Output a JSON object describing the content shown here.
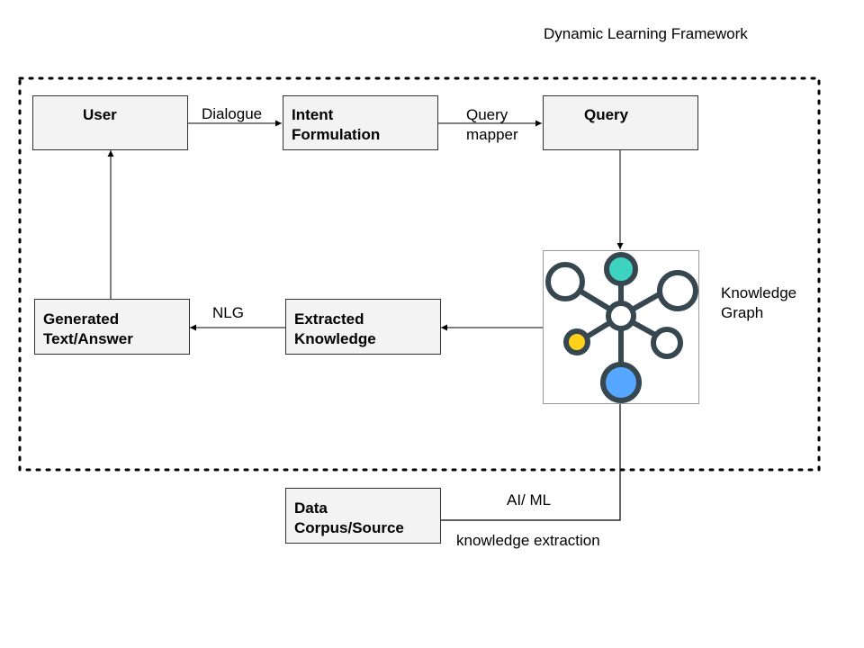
{
  "title": "Dynamic Learning Framework",
  "nodes": {
    "user": {
      "line1": "User",
      "line2": ""
    },
    "intent": {
      "line1": "Intent",
      "line2": "Formulation"
    },
    "query": {
      "line1": "Query",
      "line2": ""
    },
    "extracted": {
      "line1": "Extracted",
      "line2": "Knowledge"
    },
    "generated": {
      "line1": "Generated",
      "line2": "Text/Answer"
    },
    "corpus": {
      "line1": "Data",
      "line2": "Corpus/Source"
    }
  },
  "edges": {
    "dialogue": "Dialogue",
    "query_mapper_1": "Query",
    "query_mapper_2": "mapper",
    "nlg": "NLG",
    "ai_ml": "AI/ ML",
    "knowledge_extraction": "knowledge extraction"
  },
  "knowledge_graph": {
    "label_line1": "Knowledge",
    "label_line2": "Graph",
    "icon": "knowledge-graph-icon",
    "colors": {
      "stroke": "#37474f",
      "teal": "#3ed3c0",
      "yellow": "#ffd11a",
      "blue": "#55a7ff"
    }
  }
}
